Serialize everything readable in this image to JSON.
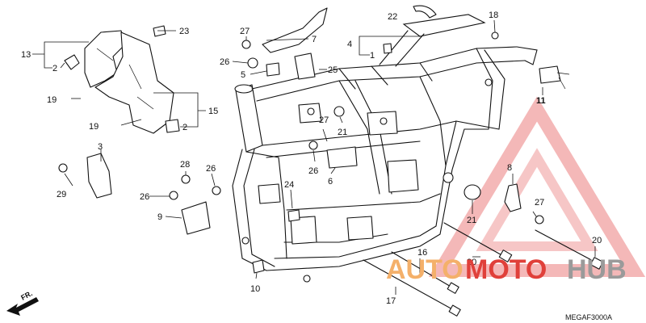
{
  "diagram": {
    "code": "MEGAF3000A",
    "front_arrow_label": "FR.",
    "watermark": {
      "word_a": "AUTO",
      "word_b": "MOTO",
      "word_c": "HUB",
      "color_red": "#e0403a",
      "color_orange": "#f4b06a",
      "color_grey": "#9a9a9a"
    },
    "callouts": {
      "c1": "1",
      "c2a": "2",
      "c2b": "2",
      "c3": "3",
      "c4": "4",
      "c5": "5",
      "c6": "6",
      "c7": "7",
      "c8": "8",
      "c9": "9",
      "c10": "10",
      "c11": "11",
      "c13": "13",
      "c15": "15",
      "c16": "16",
      "c17": "17",
      "c18": "18",
      "c19a": "19",
      "c19b": "19",
      "c20a": "20",
      "c20b": "20",
      "c21a": "21",
      "c21b": "21",
      "c22": "22",
      "c23": "23",
      "c24": "24",
      "c25": "25",
      "c26a": "26",
      "c26b": "26",
      "c26c": "26",
      "c26d": "26",
      "c27a": "27",
      "c27b": "27",
      "c27c": "27",
      "c28": "28",
      "c29": "29"
    }
  }
}
